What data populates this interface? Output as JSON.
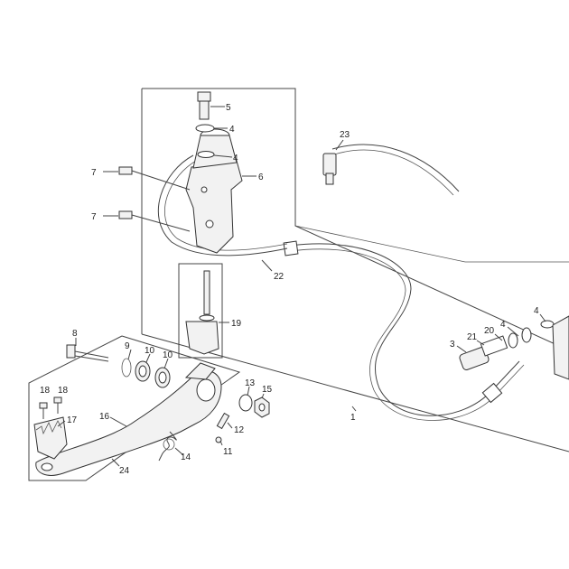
{
  "diagram": {
    "labels": [
      "1",
      "3",
      "4",
      "5",
      "6",
      "7",
      "8",
      "9",
      "10",
      "11",
      "12",
      "13",
      "14",
      "15",
      "16",
      "17",
      "18",
      "19",
      "20",
      "21",
      "22",
      "23",
      "24"
    ]
  }
}
